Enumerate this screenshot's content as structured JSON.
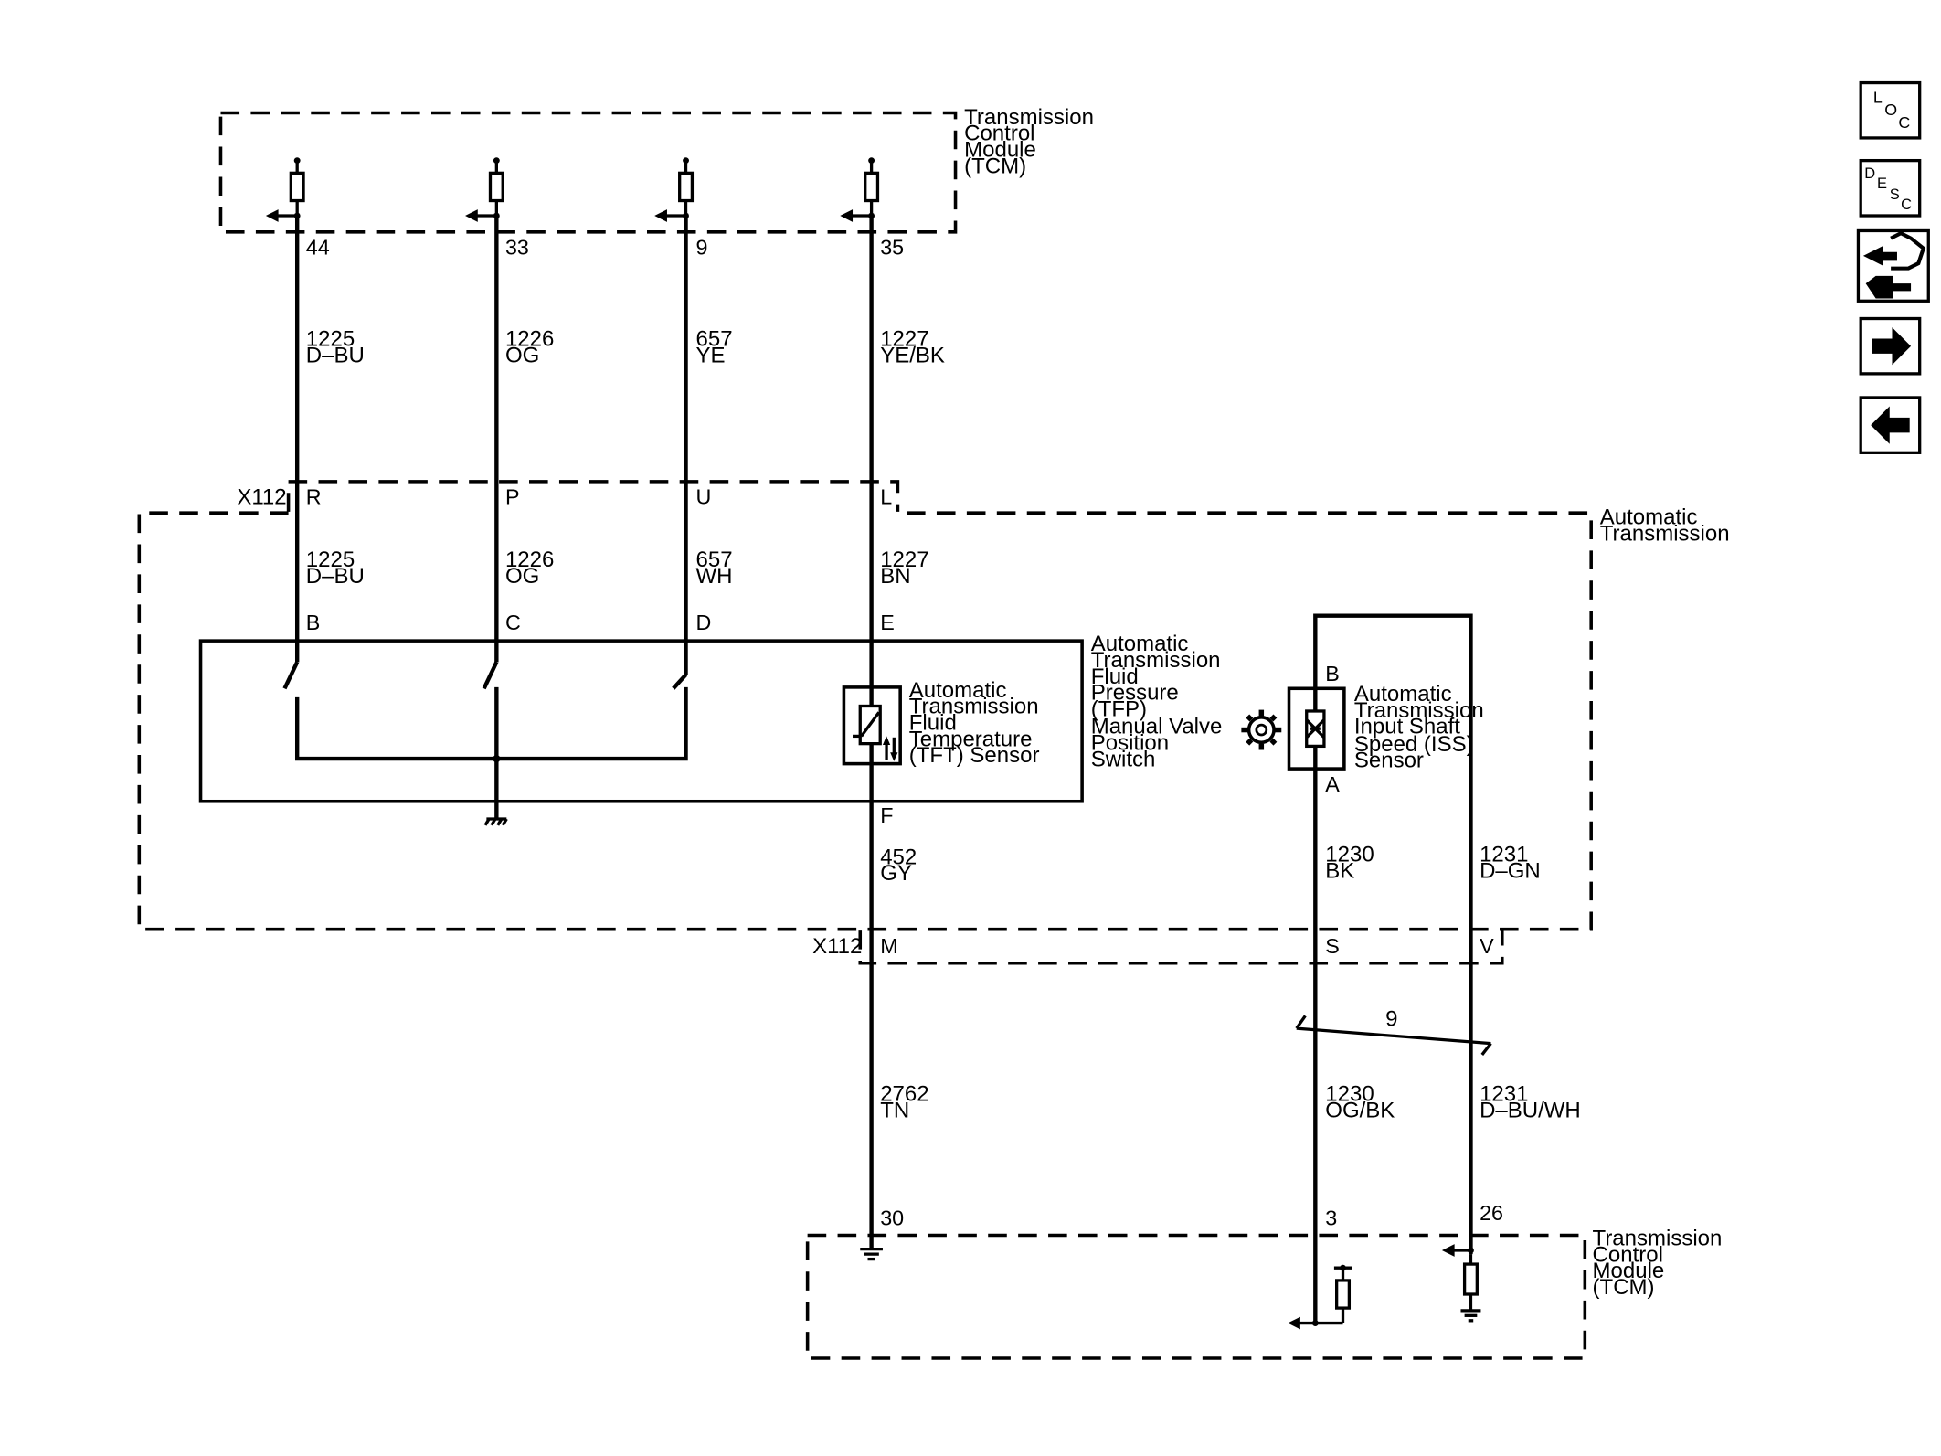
{
  "tcm_top": {
    "label": [
      "Transmission",
      "Control",
      "Module",
      "(TCM)"
    ]
  },
  "tcm_bottom": {
    "label": [
      "Transmission",
      "Control",
      "Module",
      "(TCM)"
    ]
  },
  "automatic_transmission": {
    "label": [
      "Automatic",
      "Transmission"
    ]
  },
  "top_pins": [
    "44",
    "33",
    "9",
    "35"
  ],
  "top_circuits": [
    {
      "number": "1225",
      "color": "D–BU"
    },
    {
      "number": "1226",
      "color": "OG"
    },
    {
      "number": "657",
      "color": "YE"
    },
    {
      "number": "1227",
      "color": "YE/BK"
    }
  ],
  "connector_top": {
    "name": "X112",
    "pins": [
      "R",
      "P",
      "U",
      "L"
    ]
  },
  "internal_circuits": [
    {
      "number": "1225",
      "color": "D–BU"
    },
    {
      "number": "1226",
      "color": "OG"
    },
    {
      "number": "657",
      "color": "WH"
    },
    {
      "number": "1227",
      "color": "BN"
    }
  ],
  "switch_pins": [
    "B",
    "C",
    "D",
    "E"
  ],
  "tfp_switch": {
    "label": [
      "Automatic",
      "Transmission",
      "Fluid",
      "Pressure",
      "(TFP)",
      "Manual Valve",
      "Position",
      "Switch"
    ]
  },
  "tft_sensor": {
    "label": [
      "Automatic",
      "Transmission",
      "Fluid",
      "Temperature",
      "(TFT) Sensor"
    ],
    "pin_bottom": "F"
  },
  "iss_sensor": {
    "label": [
      "Automatic",
      "Transmission",
      "Input Shaft",
      "Speed (ISS)",
      "Sensor"
    ],
    "pin_top": "B",
    "pin_bottom": "A"
  },
  "circuit_452": {
    "number": "452",
    "color": "GY"
  },
  "circuit_1230_int": {
    "number": "1230",
    "color": "BK"
  },
  "circuit_1231_int": {
    "number": "1231",
    "color": "D–GN"
  },
  "connector_bottom": {
    "name": "X112",
    "pins": [
      "M",
      "S",
      "V"
    ]
  },
  "twist_label": "9",
  "circuit_2762": {
    "number": "2762",
    "color": "TN"
  },
  "circuit_1230_ext": {
    "number": "1230",
    "color": "OG/BK"
  },
  "circuit_1231_ext": {
    "number": "1231",
    "color": "D–BU/WH"
  },
  "bottom_pins": [
    "30",
    "3",
    "26"
  ],
  "nav": {
    "loc": {
      "icon": "loc-icon",
      "letters": [
        "L",
        "O",
        "C"
      ]
    },
    "desc": {
      "icon": "desc-icon",
      "letters": [
        "D",
        "E",
        "S",
        "C"
      ]
    },
    "connector_icon": "connector-end-view-icon",
    "next_icon": "arrow-right-icon",
    "prev_icon": "arrow-left-icon"
  }
}
